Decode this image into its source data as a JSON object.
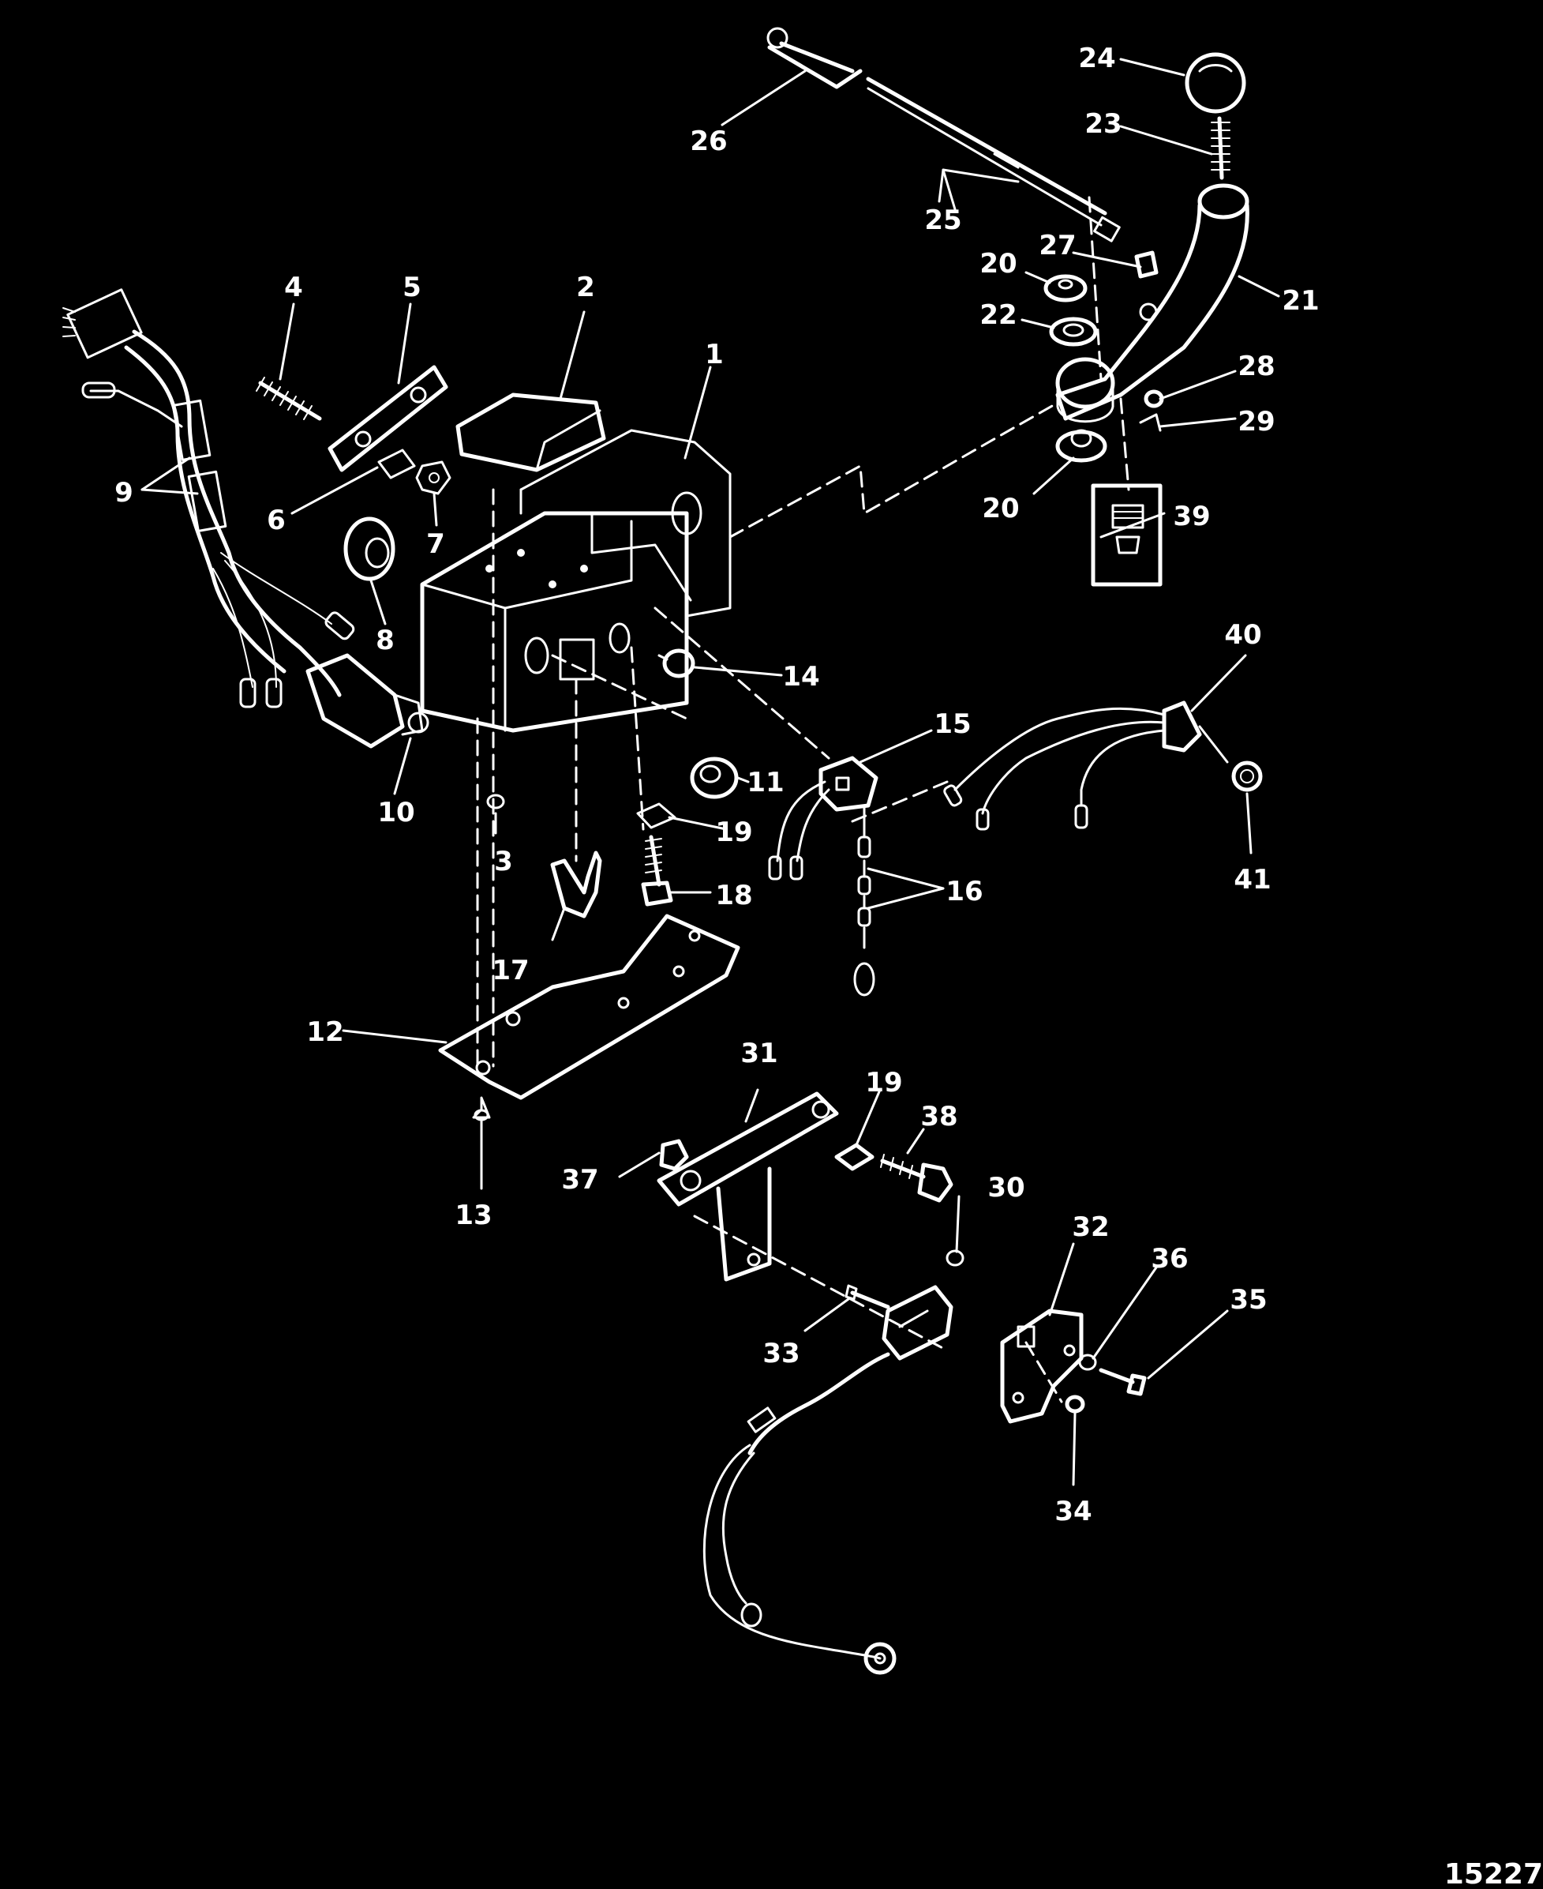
{
  "diagram": {
    "type": "exploded-parts-diagram",
    "background_color": "#000000",
    "line_color": "#ffffff",
    "reference_number": "15227",
    "callouts": [
      {
        "id": "1",
        "label": "1"
      },
      {
        "id": "2",
        "label": "2"
      },
      {
        "id": "3",
        "label": "3"
      },
      {
        "id": "4",
        "label": "4"
      },
      {
        "id": "5",
        "label": "5"
      },
      {
        "id": "6",
        "label": "6"
      },
      {
        "id": "7",
        "label": "7"
      },
      {
        "id": "8",
        "label": "8"
      },
      {
        "id": "9",
        "label": "9"
      },
      {
        "id": "10",
        "label": "10"
      },
      {
        "id": "11",
        "label": "11"
      },
      {
        "id": "12",
        "label": "12"
      },
      {
        "id": "13",
        "label": "13"
      },
      {
        "id": "14",
        "label": "14"
      },
      {
        "id": "15",
        "label": "15"
      },
      {
        "id": "16",
        "label": "16"
      },
      {
        "id": "17",
        "label": "17"
      },
      {
        "id": "18",
        "label": "18"
      },
      {
        "id": "19a",
        "label": "19"
      },
      {
        "id": "19b",
        "label": "19"
      },
      {
        "id": "20a",
        "label": "20"
      },
      {
        "id": "20b",
        "label": "20"
      },
      {
        "id": "21",
        "label": "21"
      },
      {
        "id": "22",
        "label": "22"
      },
      {
        "id": "23",
        "label": "23"
      },
      {
        "id": "24",
        "label": "24"
      },
      {
        "id": "25",
        "label": "25"
      },
      {
        "id": "26",
        "label": "26"
      },
      {
        "id": "27",
        "label": "27"
      },
      {
        "id": "28",
        "label": "28"
      },
      {
        "id": "29",
        "label": "29"
      },
      {
        "id": "30",
        "label": "30"
      },
      {
        "id": "31",
        "label": "31"
      },
      {
        "id": "32",
        "label": "32"
      },
      {
        "id": "33",
        "label": "33"
      },
      {
        "id": "34",
        "label": "34"
      },
      {
        "id": "35",
        "label": "35"
      },
      {
        "id": "36",
        "label": "36"
      },
      {
        "id": "37",
        "label": "37"
      },
      {
        "id": "38",
        "label": "38"
      },
      {
        "id": "39",
        "label": "39"
      },
      {
        "id": "40",
        "label": "40"
      },
      {
        "id": "41",
        "label": "41"
      }
    ]
  }
}
